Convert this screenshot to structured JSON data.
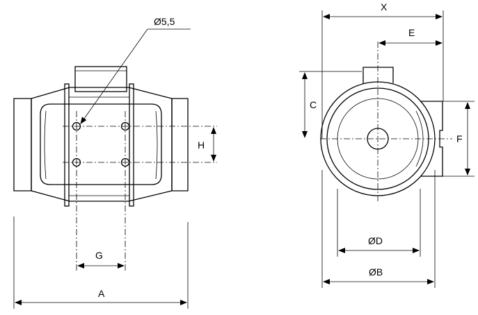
{
  "drawing": {
    "hole_label": "Ø5,5",
    "side_view": {
      "A": "A",
      "G": "G",
      "H": "H"
    },
    "front_view": {
      "X": "X",
      "E": "E",
      "C": "C",
      "F": "F",
      "D": "ØD",
      "B": "ØB"
    }
  }
}
